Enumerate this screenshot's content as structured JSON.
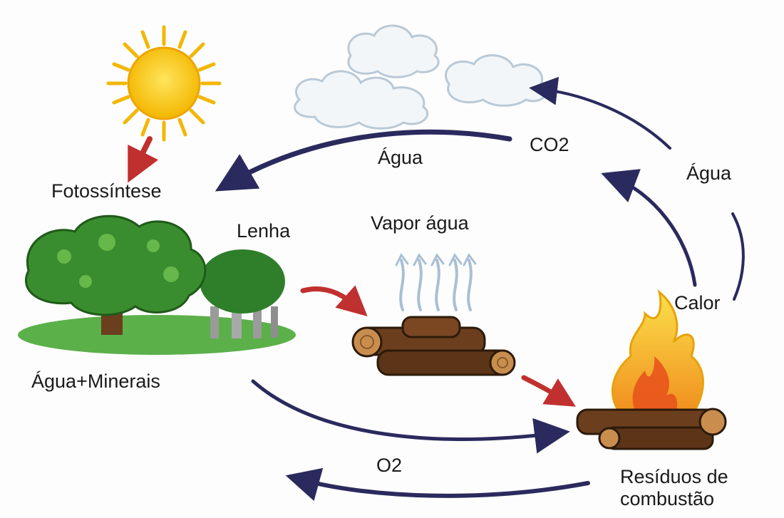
{
  "labels": {
    "fotossintese": "Fotossíntese",
    "agua_top": "Água",
    "co2": "CO2",
    "agua_right": "Água",
    "lenha": "Lenha",
    "vapor_agua": "Vapor água",
    "calor": "Calor",
    "agua_minerais": "Água+Minerais",
    "o2": "O2",
    "residuos_line1": "Resíduos de",
    "residuos_line2": "combustão"
  },
  "colors": {
    "cycle_arrow": "#2b2a5e",
    "process_arrow": "#c0302f",
    "sun_core": "#f7c419",
    "sun_rays": "#f2b705",
    "cloud": "#b9c9d6",
    "tree_leaves": "#3a8d2e",
    "grass": "#5bb04a",
    "wood": "#6b3e1d",
    "flame_outer": "#f6c21e",
    "flame_inner": "#e8541c",
    "vapor": "#a9bfd4"
  }
}
